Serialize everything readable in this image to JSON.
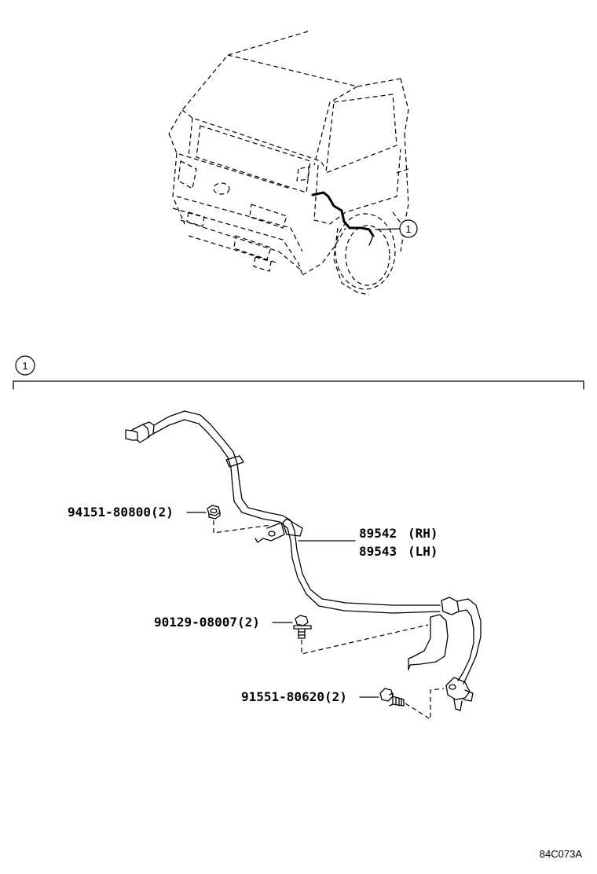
{
  "callout": {
    "label": "1"
  },
  "section": {
    "label": "1"
  },
  "parts": [
    {
      "number": "94151-80800",
      "qty": "(2)"
    },
    {
      "number": "89542",
      "qty": "(RH)"
    },
    {
      "number": "89543",
      "qty": "(LH)"
    },
    {
      "number": "90129-08007",
      "qty": "(2)"
    },
    {
      "number": "91551-80620",
      "qty": "(2)"
    }
  ],
  "illustration_code": "84C073A"
}
